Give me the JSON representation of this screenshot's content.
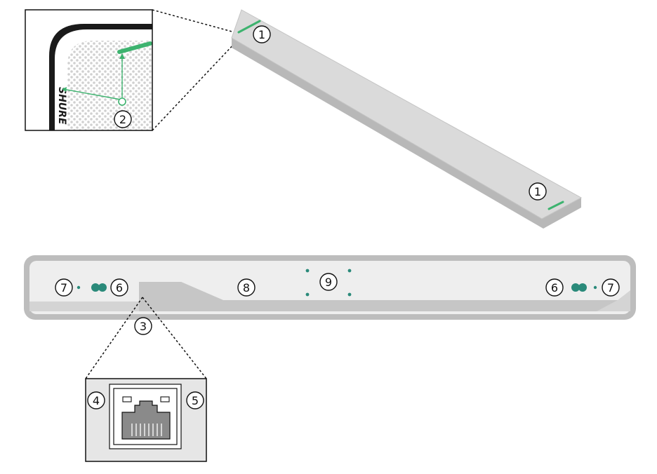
{
  "callouts": {
    "c1_top": "1",
    "c1_bottom": "1",
    "c2": "2",
    "c3": "3",
    "c4": "4",
    "c5": "5",
    "c6_left": "6",
    "c6_right": "6",
    "c7_left": "7",
    "c7_right": "7",
    "c8": "8",
    "c9": "9"
  },
  "logo_text": "SHURE",
  "colors": {
    "accent_green": "#3db36f",
    "teal_dot": "#2a8a7a",
    "bar_fill": "#d9d9d9",
    "bar_edge": "#b3b3b3",
    "outline": "#111111"
  },
  "rj45_pins": 8
}
